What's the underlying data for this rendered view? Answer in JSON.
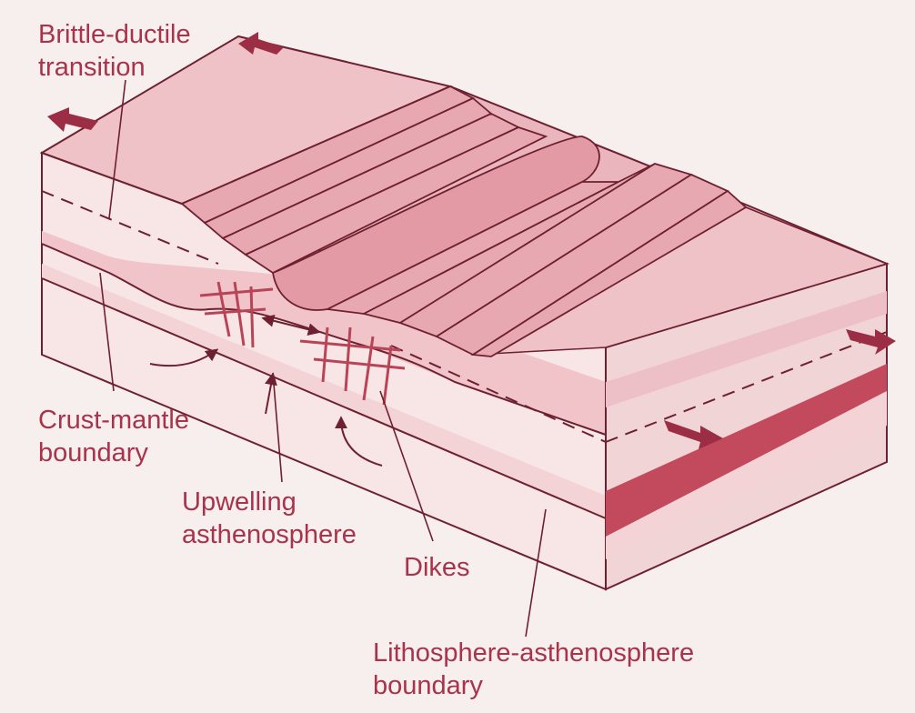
{
  "labels": {
    "brittle_ductile": [
      "Brittle-ductile",
      "transition"
    ],
    "crust_mantle": [
      "Crust-mantle",
      "boundary"
    ],
    "upwelling": [
      "Upwelling",
      "asthenosphere"
    ],
    "dikes": [
      "Dikes"
    ],
    "lith_asth": [
      "Lithosphere-asthenosphere",
      "boundary"
    ]
  },
  "colors": {
    "background": "#f6efee",
    "surface": "#efc2c7",
    "front_face": "#f8e6e6",
    "crust_band": "#f0c4c9",
    "mantle_band": "#c24a5c",
    "right_face": "#f1d4d6",
    "outline": "#6d2030",
    "label_text": "#a8334a",
    "arrow": "#9b2e44"
  }
}
